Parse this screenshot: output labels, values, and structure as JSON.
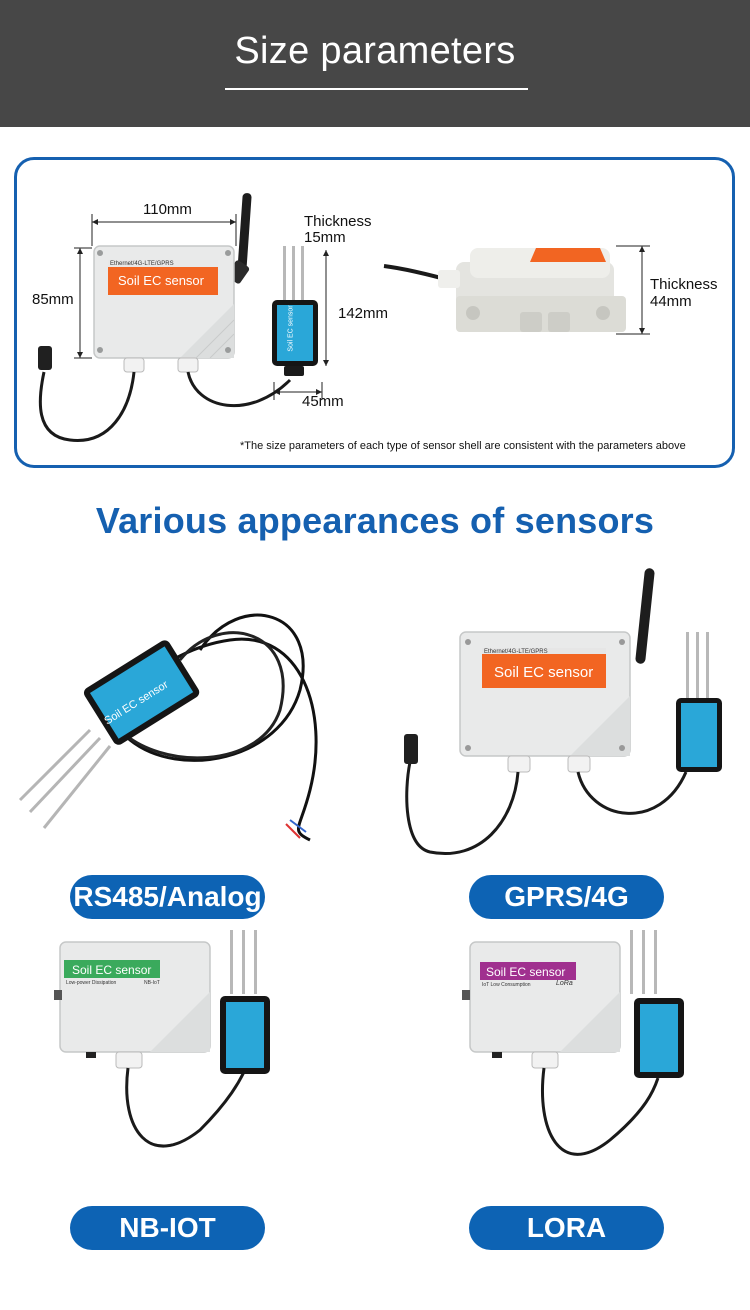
{
  "header": {
    "title": "Size parameters"
  },
  "dimensions": {
    "width": "110mm",
    "height": "85mm",
    "thickness_probe_label": "Thickness",
    "thickness_probe_value": "15mm",
    "probe_length": "142mm",
    "probe_width": "45mm",
    "thickness_box_label": "Thickness",
    "thickness_box_value": "44mm"
  },
  "box_labels": {
    "top_line": "Ethernet/4G-LTE/GPRS",
    "sensor_name": "Soil EC sensor",
    "probe_text": "Soil EC sensor"
  },
  "note": "*The size parameters of each type of sensor shell are consistent with the parameters above",
  "section_title": "Various appearances of sensors",
  "variants": [
    {
      "label": "RS485/Analog",
      "sensor_name": "Soil EC sensor"
    },
    {
      "label": "GPRS/4G",
      "sensor_name": "Soil EC sensor",
      "top_line": "Ethernet/4G-LTE/GPRS"
    },
    {
      "label": "NB-IOT",
      "sensor_name": "Soil EC sensor",
      "sub_left": "Low-power Dissipation",
      "sub_right": "NB-IoT"
    },
    {
      "label": "LORA",
      "sensor_name": "Soil EC sensor",
      "sub_left": "IoT Low Consumption",
      "sub_right": "LoRa"
    }
  ],
  "colors": {
    "header_bg": "#474747",
    "accent_blue": "#1560b0",
    "label_orange": "#f26522",
    "label_green": "#3aaa5c",
    "label_purple": "#a0308f",
    "probe_cyan": "#2aa7d8"
  }
}
